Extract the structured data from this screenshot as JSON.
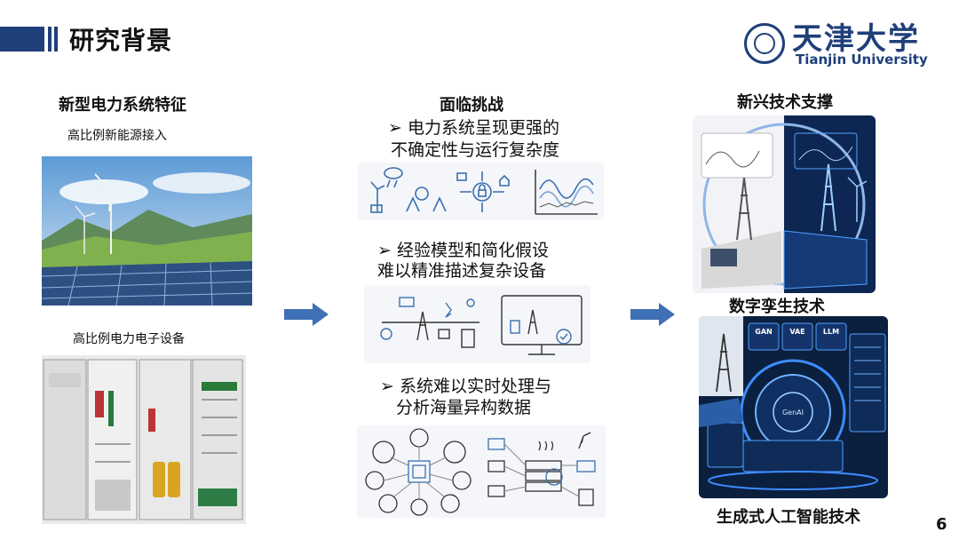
{
  "header": {
    "title": "研究背景"
  },
  "logo": {
    "cn": "天津大学",
    "en": "Tianjin University"
  },
  "left": {
    "heading": "新型电力系统特征",
    "sub1": "高比例新能源接入",
    "sub2": "高比例电力电子设备"
  },
  "middle": {
    "heading": "面临挑战",
    "bullet1_line1": "➢ 电力系统呈现更强的",
    "bullet1_line2": "不确定性与运行复杂度",
    "bullet2_line1": "➢ 经验模型和简化假设",
    "bullet2_line2": "难以精准描述复杂设备",
    "bullet3_line1": "➢ 系统难以实时处理与",
    "bullet3_line2": "分析海量异构数据"
  },
  "right": {
    "heading": "新兴技术支撑",
    "caption1": "数字孪生技术",
    "caption2": "生成式人工智能技术",
    "ai_labels": [
      "GAN",
      "VAE",
      "LLM",
      "GenAI"
    ]
  },
  "page_number": "6",
  "colors": {
    "navy": "#1f3f7a",
    "arrow": "#3f6fb5",
    "icon": "#3a6fb0"
  }
}
